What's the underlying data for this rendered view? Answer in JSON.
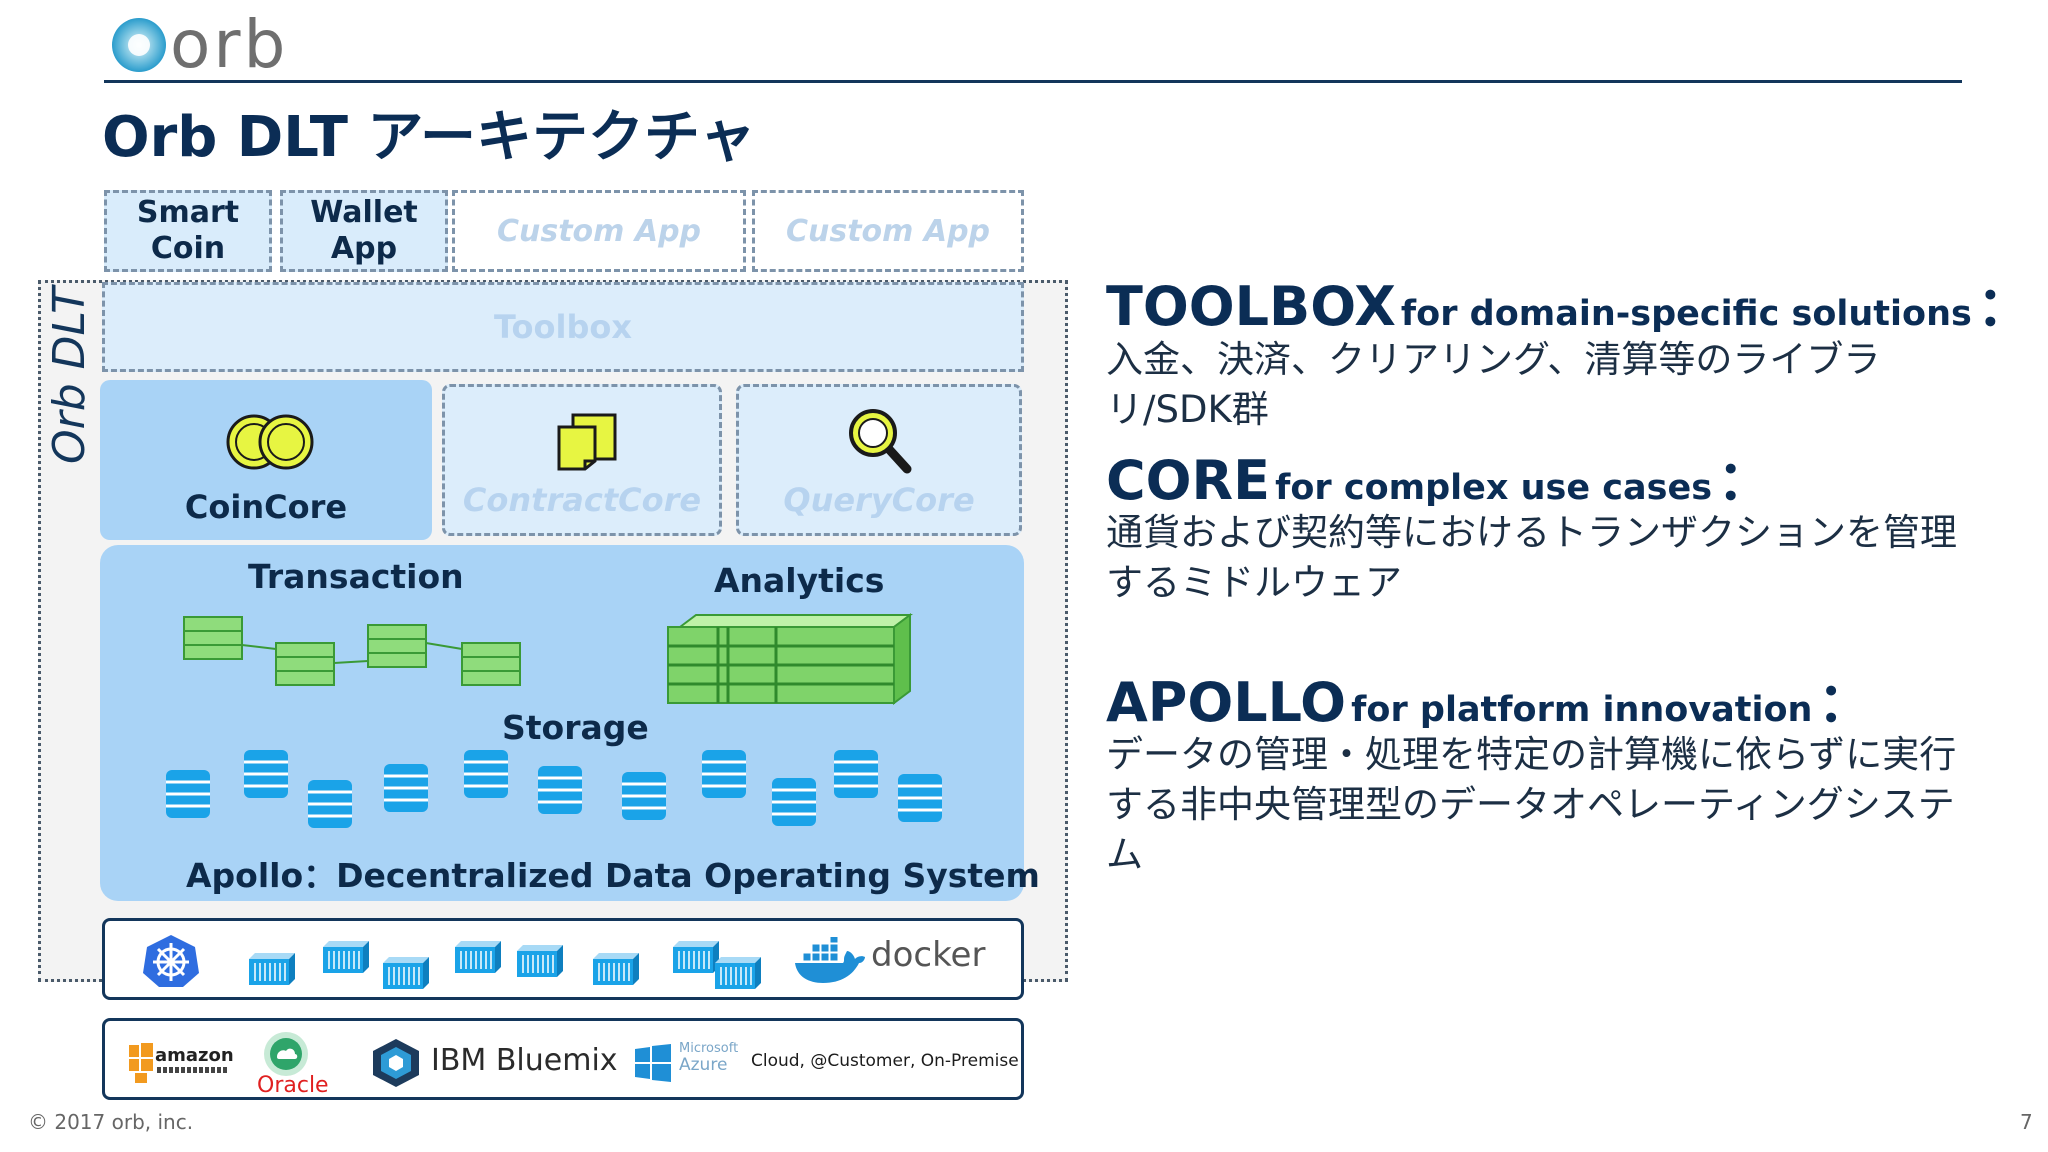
{
  "brand": {
    "logo_text": "orb"
  },
  "title": "Orb DLT アーキテクチャ",
  "diagram": {
    "frame_label": "Orb DLT",
    "apps": [
      {
        "label_line1": "Smart",
        "label_line2": "Coin"
      },
      {
        "label_line1": "Wallet",
        "label_line2": "App"
      }
    ],
    "custom_apps": [
      "Custom App",
      "Custom App"
    ],
    "toolbox": "Toolbox",
    "cores": {
      "coincore": "CoinCore",
      "contractcore": "ContractCore",
      "querycore": "QueryCore"
    },
    "apollo": {
      "transaction": "Transaction",
      "analytics": "Analytics",
      "storage": "Storage",
      "caption": "Apollo：Decentralized Data Operating System"
    },
    "container_brand": "docker",
    "cloud": {
      "amazon": "amazon",
      "oracle": "Oracle",
      "ibm": "IBM Bluemix",
      "azure_line1": "Microsoft",
      "azure_line2": "Azure",
      "note": "Cloud, @Customer, On-Premise"
    }
  },
  "sections": [
    {
      "head": "TOOLBOX",
      "sub": "for domain-specific solutions",
      "colon": "：",
      "body": "入金、決済、クリアリング、清算等のライブラリ/SDK群"
    },
    {
      "head": "CORE",
      "sub": "for complex use cases",
      "colon": "：",
      "body": "通貨および契約等におけるトランザクションを管理するミドルウェア"
    },
    {
      "head": "APOLLO",
      "sub": "for platform innovation",
      "colon": "：",
      "body": "データの管理・処理を特定の計算機に依らずに実行する非中央管理型のデータオペレーティングシステム"
    }
  ],
  "footer": {
    "copyright": "© 2017 orb, inc.",
    "page": "7"
  },
  "colors": {
    "navy": "#0b2d55",
    "light_blue": "#a9d3f6",
    "pale_blue": "#dcedfb",
    "green": "#7fd36a",
    "db_blue": "#1aa3e8"
  }
}
